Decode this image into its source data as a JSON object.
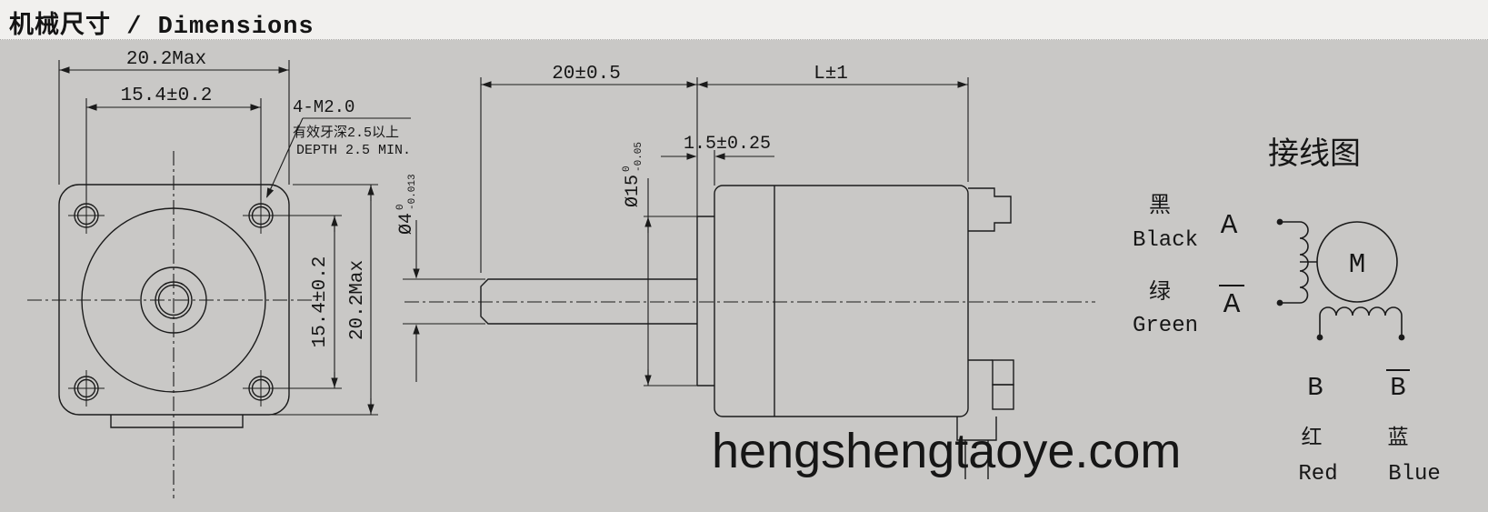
{
  "title": "机械尺寸 / Dimensions",
  "watermark": "hengshengtaoye.com",
  "colors": {
    "canvas": "#c9c8c6",
    "titlebar": "#f1f0ee",
    "line": "#1b1b1b"
  },
  "front_view": {
    "dim_overall_width": "20.2Max",
    "dim_hole_spacing_h": "15.4±0.2",
    "dim_hole_spacing_v": "15.4±0.2",
    "dim_overall_height": "20.2Max",
    "thread_callout": "4-M2.0",
    "thread_note_cn": "有效牙深2.5以上",
    "thread_note_en": "DEPTH 2.5 MIN."
  },
  "side_view": {
    "dim_shaft_length": "20±0.5",
    "dim_body_length": "L±1",
    "dim_pilot_length": "1.5±0.25",
    "shaft_dia": {
      "base": "Ø4",
      "tol_upper": "0",
      "tol_lower": "-0.013"
    },
    "pilot_dia": {
      "base": "Ø15",
      "tol_upper": "0",
      "tol_lower": "-0.05"
    }
  },
  "wiring_diagram": {
    "title": "接线图",
    "motor_label": "M",
    "phase_a": {
      "wire1_cn": "黑",
      "wire1_en": "Black",
      "terminal1": "A",
      "wire2_cn": "绿",
      "wire2_en": "Green",
      "terminal2": "A"
    },
    "phase_b": {
      "terminal1": "B",
      "terminal2": "B",
      "wire1_cn": "红",
      "wire1_en": "Red",
      "wire2_cn": "蓝",
      "wire2_en": "Blue"
    }
  }
}
